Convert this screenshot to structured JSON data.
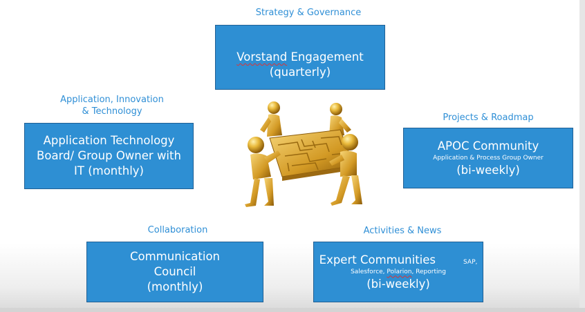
{
  "captions": {
    "strategy": "Strategy & Governance",
    "application": "Application, Innovation\n& Technology",
    "projects": "Projects & Roadmap",
    "collaboration": "Collaboration",
    "activities": "Activities & News"
  },
  "boxes": {
    "vorstand": {
      "title_word": "Vorstand",
      "title_rest": " Engagement",
      "freq": "(quarterly)"
    },
    "atb": {
      "text": "Application Technology\nBoard/ Group Owner with\nIT (monthly)"
    },
    "apoc": {
      "title": "APOC Community",
      "sub": "Application & Process Group Owner",
      "freq": "(bi-weekly)"
    },
    "communication": {
      "text": "Communication\nCouncil\n(monthly)"
    },
    "expert": {
      "title": "Expert Communities",
      "sap": "SAP,",
      "sub_a": "Salesforce, ",
      "sub_b": "Polarion",
      "sub_c": ", Reporting",
      "freq": "(bi-weekly)"
    }
  },
  "colors": {
    "box": "#2e8fd3",
    "caption": "#2f8fd6",
    "figure": "gold"
  },
  "illustration": "golden-figures-carrying-maze-puzzle"
}
